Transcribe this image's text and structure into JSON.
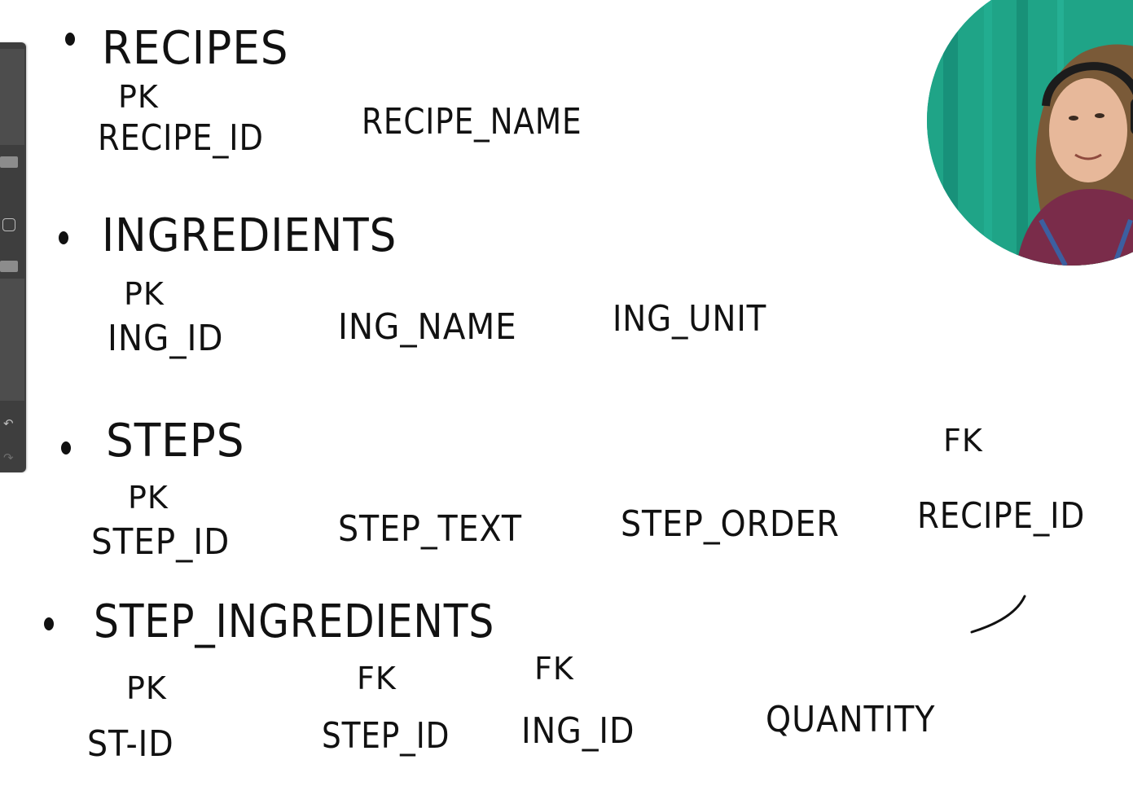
{
  "toolbar": {
    "icons": [
      "slider-handle",
      "square-shape",
      "slider-handle",
      "undo-arrow",
      "redo-arrow"
    ],
    "undo_glyph": "↶",
    "redo_glyph": "↷"
  },
  "tables": [
    {
      "name": "RECIPES",
      "columns": [
        {
          "name": "RECIPE_ID",
          "key": "PK"
        },
        {
          "name": "RECIPE_NAME",
          "key": ""
        }
      ]
    },
    {
      "name": "INGREDIENTS",
      "columns": [
        {
          "name": "ING_ID",
          "key": "PK"
        },
        {
          "name": "ING_NAME",
          "key": ""
        },
        {
          "name": "ING_UNIT",
          "key": ""
        }
      ]
    },
    {
      "name": "STEPS",
      "columns": [
        {
          "name": "STEP_ID",
          "key": "PK"
        },
        {
          "name": "STEP_TEXT",
          "key": ""
        },
        {
          "name": "STEP_ORDER",
          "key": ""
        },
        {
          "name": "RECIPE_ID",
          "key": "FK"
        }
      ]
    },
    {
      "name": "STEP_INGREDIENTS",
      "columns": [
        {
          "name": "ST-ID",
          "key": "PK"
        },
        {
          "name": "STEP_ID",
          "key": "FK"
        },
        {
          "name": "ING_ID",
          "key": "FK"
        },
        {
          "name": "QUANTITY",
          "key": ""
        }
      ]
    }
  ],
  "colors": {
    "ink": "#111111",
    "canvas": "#ffffff",
    "toolbar": "#3e3e3e",
    "webcam_backdrop": "#1fa487"
  },
  "webcam": {
    "visible": true
  }
}
